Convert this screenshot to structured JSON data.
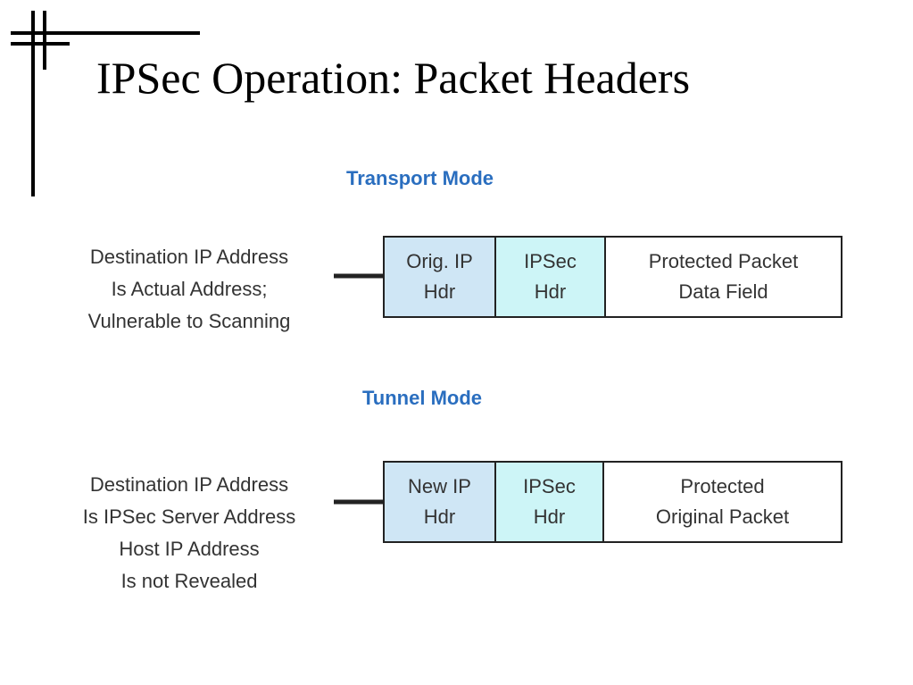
{
  "slide": {
    "title": "IPSec Operation: Packet Headers"
  },
  "colors": {
    "mode_label": "#2a6ebf",
    "new_header_cell": "#cfe6f5",
    "ipsec_cell": "#cdf5f7",
    "payload_cell": "#ffffff"
  },
  "transport": {
    "label": "Transport Mode",
    "description": [
      "Destination IP Address",
      "Is Actual Address;",
      "Vulnerable to Scanning"
    ],
    "cells": [
      {
        "line1": "Orig. IP",
        "line2": "Hdr"
      },
      {
        "line1": "IPSec",
        "line2": "Hdr"
      },
      {
        "line1": "Protected Packet",
        "line2": "Data Field"
      }
    ]
  },
  "tunnel": {
    "label": "Tunnel Mode",
    "description": [
      "Destination IP Address",
      "Is IPSec Server Address",
      "Host IP Address",
      "Is not Revealed"
    ],
    "cells": [
      {
        "line1": "New IP",
        "line2": "Hdr"
      },
      {
        "line1": "IPSec",
        "line2": "Hdr"
      },
      {
        "line1": "Protected",
        "line2": "Original Packet"
      }
    ]
  }
}
